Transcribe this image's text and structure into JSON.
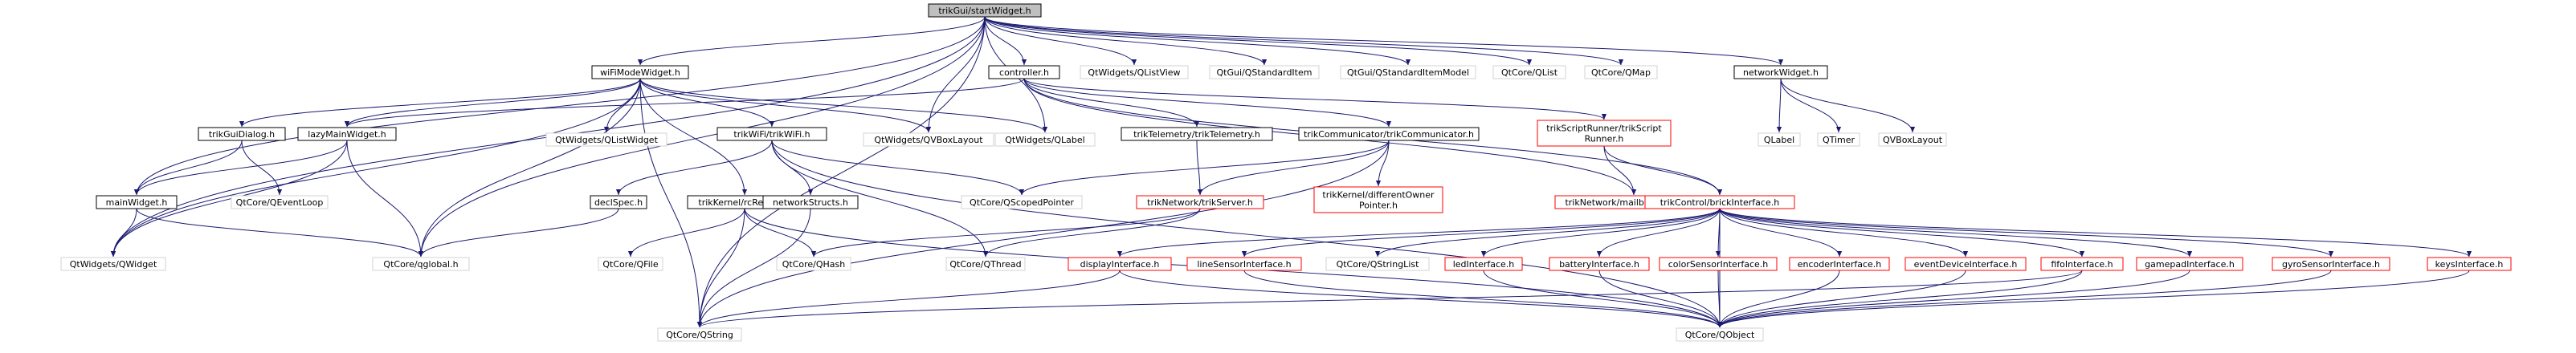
{
  "nodes": [
    {
      "id": "root",
      "label": "trikGui/startWidget.h",
      "style": "root",
      "interactable": false
    },
    {
      "id": "wifi",
      "label": "wiFiModeWidget.h",
      "style": "normal",
      "interactable": true
    },
    {
      "id": "controller",
      "label": "controller.h",
      "style": "normal",
      "interactable": true
    },
    {
      "id": "qwidgets_qlistview",
      "label": "QtWidgets/QListView",
      "style": "gray",
      "interactable": false
    },
    {
      "id": "qtgui_qstandarditem",
      "label": "QtGui/QStandardItem",
      "style": "gray",
      "interactable": false
    },
    {
      "id": "qtgui_qstandarditemmodel",
      "label": "QtGui/QStandardItemModel",
      "style": "gray",
      "interactable": false
    },
    {
      "id": "qtcore_qlist",
      "label": "QtCore/QList",
      "style": "gray",
      "interactable": false
    },
    {
      "id": "qtcore_qmap",
      "label": "QtCore/QMap",
      "style": "gray",
      "interactable": false
    },
    {
      "id": "networkwidget",
      "label": "networkWidget.h",
      "style": "normal",
      "interactable": true
    },
    {
      "id": "trikguidialog",
      "label": "trikGuiDialog.h",
      "style": "normal",
      "interactable": true
    },
    {
      "id": "lazymainwidget",
      "label": "lazyMainWidget.h",
      "style": "normal",
      "interactable": true
    },
    {
      "id": "qwidgets_qlistwidget",
      "label": "QtWidgets/QListWidget",
      "style": "gray",
      "interactable": false
    },
    {
      "id": "trikwifi",
      "label": "trikWiFi/trikWiFi.h",
      "style": "normal",
      "interactable": true
    },
    {
      "id": "qwidgets_qvboxlayout",
      "label": "QtWidgets/QVBoxLayout",
      "style": "gray",
      "interactable": false
    },
    {
      "id": "qwidgets_qlabel",
      "label": "QtWidgets/QLabel",
      "style": "gray",
      "interactable": false
    },
    {
      "id": "triktelemetry",
      "label": "trikTelemetry/trikTelemetry.h",
      "style": "normal",
      "interactable": true
    },
    {
      "id": "trikcommunicator",
      "label": "trikCommunicator/trikCommunicator.h",
      "style": "normal",
      "interactable": true
    },
    {
      "id": "trikscriptrunner",
      "label": [
        "trikScriptRunner/trikScript",
        "Runner.h"
      ],
      "style": "red",
      "interactable": true
    },
    {
      "id": "qlabel",
      "label": "QLabel",
      "style": "gray",
      "interactable": false
    },
    {
      "id": "qtimer",
      "label": "QTimer",
      "style": "gray",
      "interactable": false
    },
    {
      "id": "qvboxlayout",
      "label": "QVBoxLayout",
      "style": "gray",
      "interactable": false
    },
    {
      "id": "mainwidget",
      "label": "mainWidget.h",
      "style": "normal",
      "interactable": true
    },
    {
      "id": "qtcore_qeventloop",
      "label": "QtCore/QEventLoop",
      "style": "gray",
      "interactable": false
    },
    {
      "id": "declspec",
      "label": "declSpec.h",
      "style": "normal",
      "interactable": true
    },
    {
      "id": "trikkernel_rcreader",
      "label": "trikKernel/rcReader.h",
      "style": "normal",
      "interactable": true
    },
    {
      "id": "networkstructs",
      "label": "networkStructs.h",
      "style": "normal",
      "interactable": true
    },
    {
      "id": "qtcore_qscopedpointer",
      "label": "QtCore/QScopedPointer",
      "style": "gray",
      "interactable": false
    },
    {
      "id": "triknetwork_trikserver",
      "label": "trikNetwork/trikServer.h",
      "style": "red",
      "interactable": true
    },
    {
      "id": "trikkernel_differentowner",
      "label": [
        "trikKernel/differentOwner",
        "Pointer.h"
      ],
      "style": "red",
      "interactable": true
    },
    {
      "id": "triknetwork_mailbox",
      "label": "trikNetwork/mailboxInterface.h",
      "style": "red",
      "interactable": true
    },
    {
      "id": "brickinterface",
      "label": "trikControl/brickInterface.h",
      "style": "red",
      "interactable": true
    },
    {
      "id": "qwidgets_qwidget",
      "label": "QtWidgets/QWidget",
      "style": "gray",
      "interactable": false
    },
    {
      "id": "qtcore_qglobal",
      "label": "QtCore/qglobal.h",
      "style": "gray",
      "interactable": false
    },
    {
      "id": "qtcore_qfile",
      "label": "QtCore/QFile",
      "style": "gray",
      "interactable": false
    },
    {
      "id": "qtcore_qhash",
      "label": "QtCore/QHash",
      "style": "gray",
      "interactable": false
    },
    {
      "id": "qtcore_qthread",
      "label": "QtCore/QThread",
      "style": "gray",
      "interactable": false
    },
    {
      "id": "displayinterface",
      "label": "displayInterface.h",
      "style": "red",
      "interactable": true
    },
    {
      "id": "linesensorinterface",
      "label": "lineSensorInterface.h",
      "style": "red",
      "interactable": true
    },
    {
      "id": "qtcore_qstringlist",
      "label": "QtCore/QStringList",
      "style": "gray",
      "interactable": false
    },
    {
      "id": "ledinterface",
      "label": "ledInterface.h",
      "style": "red",
      "interactable": true
    },
    {
      "id": "batteryinterface",
      "label": "batteryInterface.h",
      "style": "red",
      "interactable": true
    },
    {
      "id": "colorsensorinterface",
      "label": "colorSensorInterface.h",
      "style": "red",
      "interactable": true
    },
    {
      "id": "encoderinterface",
      "label": "encoderInterface.h",
      "style": "red",
      "interactable": true
    },
    {
      "id": "eventdeviceinterface",
      "label": "eventDeviceInterface.h",
      "style": "red",
      "interactable": true
    },
    {
      "id": "fifointerface",
      "label": "fifoInterface.h",
      "style": "red",
      "interactable": true
    },
    {
      "id": "gamepadinterface",
      "label": "gamepadInterface.h",
      "style": "red",
      "interactable": true
    },
    {
      "id": "gyrosensorinterface",
      "label": "gyroSensorInterface.h",
      "style": "red",
      "interactable": true
    },
    {
      "id": "keysinterface",
      "label": "keysInterface.h",
      "style": "red",
      "interactable": true
    },
    {
      "id": "qtcore_qstring",
      "label": "QtCore/QString",
      "style": "gray",
      "interactable": false
    },
    {
      "id": "qtcore_qobject",
      "label": "QtCore/QObject",
      "style": "gray",
      "interactable": false
    }
  ],
  "edges": [
    [
      "root",
      "wifi"
    ],
    [
      "root",
      "controller"
    ],
    [
      "root",
      "qwidgets_qlistview"
    ],
    [
      "root",
      "qtgui_qstandarditem"
    ],
    [
      "root",
      "qtgui_qstandarditemmodel"
    ],
    [
      "root",
      "qtcore_qlist"
    ],
    [
      "root",
      "qtcore_qmap"
    ],
    [
      "root",
      "networkwidget"
    ],
    [
      "root",
      "mainwidget"
    ],
    [
      "root",
      "qwidgets_qwidget"
    ],
    [
      "root",
      "qtcore_qglobal"
    ],
    [
      "root",
      "qtcore_qstring"
    ],
    [
      "root",
      "qwidgets_qvboxlayout"
    ],
    [
      "root",
      "qwidgets_qlabel"
    ],
    [
      "wifi",
      "trikguidialog"
    ],
    [
      "wifi",
      "lazymainwidget"
    ],
    [
      "wifi",
      "qwidgets_qlistwidget"
    ],
    [
      "wifi",
      "trikwifi"
    ],
    [
      "wifi",
      "qwidgets_qvboxlayout"
    ],
    [
      "wifi",
      "qwidgets_qlabel"
    ],
    [
      "wifi",
      "trikkernel_rcreader"
    ],
    [
      "wifi",
      "qwidgets_qwidget"
    ],
    [
      "wifi",
      "qtcore_qglobal"
    ],
    [
      "wifi",
      "qtcore_qstring"
    ],
    [
      "controller",
      "lazymainwidget"
    ],
    [
      "controller",
      "triktelemetry"
    ],
    [
      "controller",
      "trikcommunicator"
    ],
    [
      "controller",
      "trikscriptrunner"
    ],
    [
      "controller",
      "brickinterface"
    ],
    [
      "controller",
      "triknetwork_mailbox"
    ],
    [
      "networkwidget",
      "qlabel"
    ],
    [
      "networkwidget",
      "qtimer"
    ],
    [
      "networkwidget",
      "qvboxlayout"
    ],
    [
      "trikguidialog",
      "mainwidget"
    ],
    [
      "trikguidialog",
      "qtcore_qeventloop"
    ],
    [
      "lazymainwidget",
      "mainwidget"
    ],
    [
      "lazymainwidget",
      "qwidgets_qwidget"
    ],
    [
      "lazymainwidget",
      "qtcore_qglobal"
    ],
    [
      "mainwidget",
      "qwidgets_qwidget"
    ],
    [
      "mainwidget",
      "qtcore_qglobal"
    ],
    [
      "trikwifi",
      "declspec"
    ],
    [
      "trikwifi",
      "networkstructs"
    ],
    [
      "trikwifi",
      "qtcore_qscopedpointer"
    ],
    [
      "trikwifi",
      "qtcore_qthread"
    ],
    [
      "trikwifi",
      "qtcore_qobject"
    ],
    [
      "declspec",
      "qtcore_qglobal"
    ],
    [
      "networkstructs",
      "qtcore_qstring"
    ],
    [
      "trikkernel_rcreader",
      "qtcore_qfile"
    ],
    [
      "trikkernel_rcreader",
      "qtcore_qhash"
    ],
    [
      "trikkernel_rcreader",
      "qtcore_qstring"
    ],
    [
      "trikkernel_rcreader",
      "qtcore_qobject"
    ],
    [
      "triktelemetry",
      "triknetwork_trikserver"
    ],
    [
      "trikcommunicator",
      "triknetwork_trikserver"
    ],
    [
      "trikcommunicator",
      "qtcore_qscopedpointer"
    ],
    [
      "trikcommunicator",
      "trikkernel_differentowner"
    ],
    [
      "trikcommunicator",
      "qtcore_qstring"
    ],
    [
      "triknetwork_trikserver",
      "qtcore_qhash"
    ],
    [
      "triknetwork_trikserver",
      "qtcore_qthread"
    ],
    [
      "trikscriptrunner",
      "triknetwork_mailbox"
    ],
    [
      "trikscriptrunner",
      "brickinterface"
    ],
    [
      "brickinterface",
      "displayinterface"
    ],
    [
      "brickinterface",
      "linesensorinterface"
    ],
    [
      "brickinterface",
      "qtcore_qstringlist"
    ],
    [
      "brickinterface",
      "ledinterface"
    ],
    [
      "brickinterface",
      "batteryinterface"
    ],
    [
      "brickinterface",
      "colorsensorinterface"
    ],
    [
      "brickinterface",
      "encoderinterface"
    ],
    [
      "brickinterface",
      "eventdeviceinterface"
    ],
    [
      "brickinterface",
      "fifointerface"
    ],
    [
      "brickinterface",
      "gamepadinterface"
    ],
    [
      "brickinterface",
      "gyrosensorinterface"
    ],
    [
      "brickinterface",
      "keysinterface"
    ],
    [
      "brickinterface",
      "qtcore_qobject"
    ],
    [
      "displayinterface",
      "qtcore_qstring"
    ],
    [
      "displayinterface",
      "qtcore_qobject"
    ],
    [
      "linesensorinterface",
      "qtcore_qobject"
    ],
    [
      "ledinterface",
      "qtcore_qobject"
    ],
    [
      "batteryinterface",
      "qtcore_qobject"
    ],
    [
      "colorsensorinterface",
      "qtcore_qobject"
    ],
    [
      "encoderinterface",
      "qtcore_qobject"
    ],
    [
      "eventdeviceinterface",
      "qtcore_qobject"
    ],
    [
      "fifointerface",
      "qtcore_qobject"
    ],
    [
      "fifointerface",
      "qtcore_qstring"
    ],
    [
      "gamepadinterface",
      "qtcore_qobject"
    ],
    [
      "gyrosensorinterface",
      "qtcore_qobject"
    ],
    [
      "keysinterface",
      "qtcore_qobject"
    ]
  ]
}
